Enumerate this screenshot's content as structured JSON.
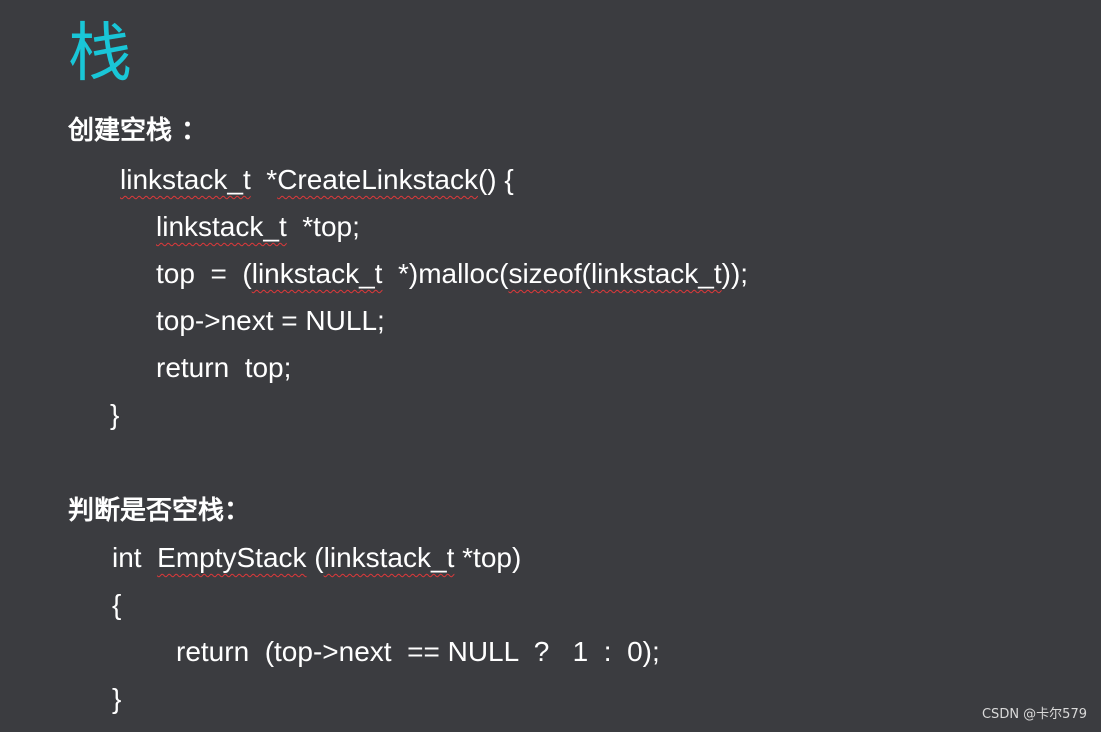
{
  "title": "栈",
  "section1": {
    "heading": "创建空栈 ：",
    "lines": [
      "linkstack_t  *CreateLinkstack() {",
      "linkstack_t  *top;",
      "top  =  (linkstack_t  *)malloc(sizeof(linkstack_t));",
      "top->next = NULL;",
      "return  top;",
      "}"
    ],
    "line0_parts": [
      "linkstack_t",
      "  *",
      "CreateLinkstack",
      "() {"
    ],
    "line1_parts": [
      "linkstack_t",
      "  *top;"
    ],
    "line2_parts": [
      "top  =  (",
      "linkstack_t",
      "  *)malloc(",
      "sizeof",
      "(",
      "linkstack_t",
      "));"
    ]
  },
  "section2": {
    "heading": "判断是否空栈：",
    "lines": [
      "int  EmptyStack (linkstack_t *top)",
      "{",
      "return  (top->next  == NULL  ?   1  :  0);",
      "}"
    ],
    "line0_parts": [
      "int  ",
      "EmptyStack",
      " (",
      "linkstack_t",
      " *top)"
    ]
  },
  "watermark": "CSDN @卡尔579",
  "colors": {
    "background": "#3b3c40",
    "title": "#19c6d7",
    "text": "#ffffff",
    "spellcheck_underline": "#e0383a"
  }
}
